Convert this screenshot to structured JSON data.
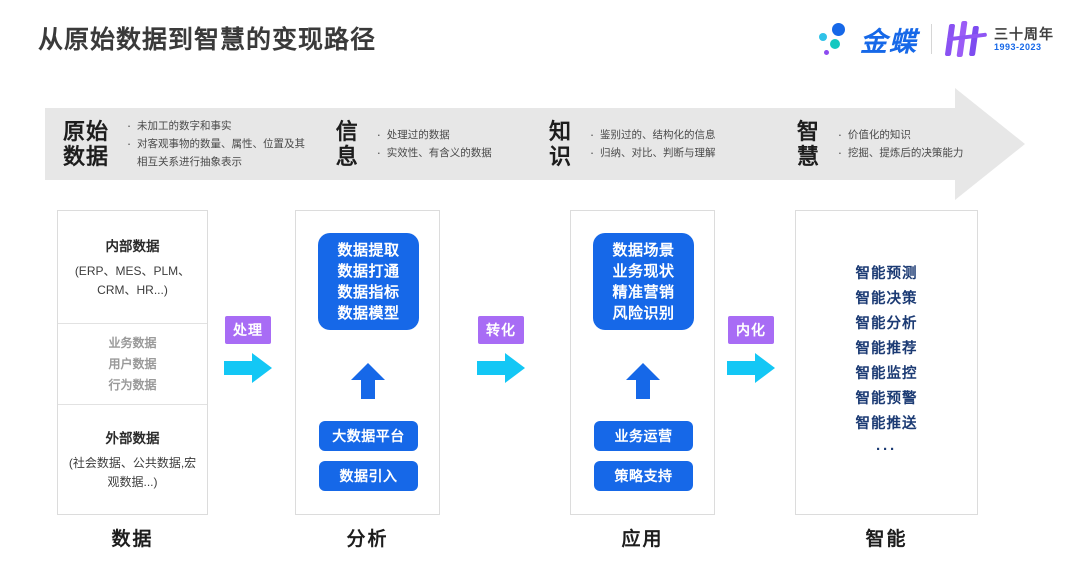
{
  "header": {
    "title": "从原始数据到智慧的变现路径",
    "logo": {
      "brand": "金蝶",
      "anniversary_cn": "三十周年",
      "anniversary_years": "1993-2023"
    }
  },
  "banner": {
    "segments": [
      {
        "key": "原始\n数据",
        "key_line1": "原始",
        "key_line2": "数据",
        "bullet_mark": "·",
        "bullets": [
          "未加工的数字和事实",
          "对客观事物的数量、属性、位置及其相互关系进行抽象表示"
        ]
      },
      {
        "key_line1": "信",
        "key_line2": "息",
        "bullet_mark": "·",
        "bullets": [
          "处理过的数据",
          "实效性、有含义的数据"
        ]
      },
      {
        "key_line1": "知",
        "key_line2": "识",
        "bullet_mark": "·",
        "bullets": [
          "鉴别过的、结构化的信息",
          "归纳、对比、判断与理解"
        ]
      },
      {
        "key_line1": "智",
        "key_line2": "慧",
        "bullet_mark": "·",
        "bullets": [
          "价值化的知识",
          "挖掘、提炼后的决策能力"
        ]
      }
    ]
  },
  "columns": {
    "data": {
      "bottom_label": "数据",
      "section_internal_title": "内部数据",
      "section_internal_sub": "(ERP、MES、PLM、CRM、HR...)",
      "section_middle_items": [
        "业务数据",
        "用户数据",
        "行为数据"
      ],
      "section_external_title": "外部数据",
      "section_external_sub": "(社会数据、公共数据,宏观数据...)"
    },
    "analysis": {
      "bottom_label": "分析",
      "card_items": [
        "数据提取",
        "数据打通",
        "数据指标",
        "数据模型"
      ],
      "button_top": "大数据平台",
      "button_bottom": "数据引入"
    },
    "application": {
      "bottom_label": "应用",
      "card_items": [
        "数据场景",
        "业务现状",
        "精准营销",
        "风险识别"
      ],
      "button_top": "业务运营",
      "button_bottom": "策略支持"
    },
    "intelligence": {
      "bottom_label": "智能",
      "items": [
        "智能预测",
        "智能决策",
        "智能分析",
        "智能推荐",
        "智能监控",
        "智能预警",
        "智能推送"
      ],
      "ellipsis": "···"
    }
  },
  "connectors": [
    {
      "label": "处理"
    },
    {
      "label": "转化"
    },
    {
      "label": "内化"
    }
  ],
  "colors": {
    "brand_blue": "#1668e8",
    "badge_purple": "#a86cf5",
    "arrow_cyan": "#13c7f5",
    "banner_gray": "#e7e7e7",
    "smart_navy": "#1b3a73"
  }
}
